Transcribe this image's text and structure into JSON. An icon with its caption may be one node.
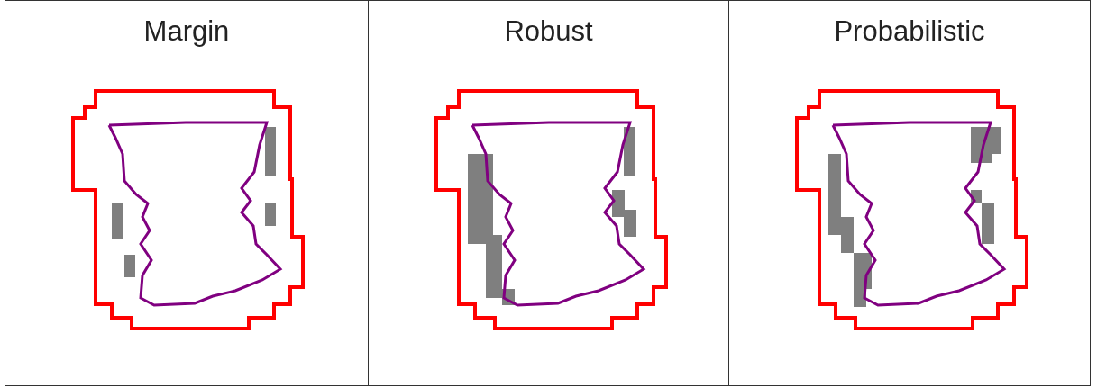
{
  "diagram": {
    "nodes": [
      {
        "text": [
          "Margin"
        ]
      },
      {
        "text": [
          "Robust"
        ]
      },
      {
        "text": [
          "Probabilistic"
        ]
      }
    ]
  }
}
